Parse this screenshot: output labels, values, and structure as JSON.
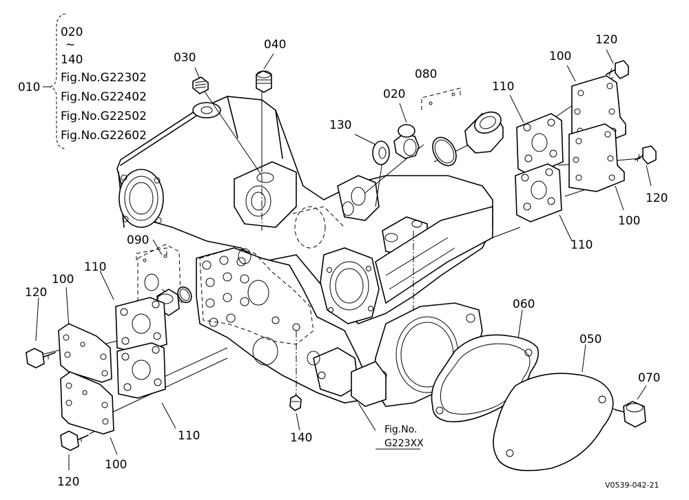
{
  "group": {
    "id": "010",
    "range_start": "020",
    "range_sep": "~",
    "range_end": "140",
    "figs": [
      "Fig.No.G22302",
      "Fig.No.G22402",
      "Fig.No.G22502",
      "Fig.No.G22602"
    ]
  },
  "callouts": {
    "c020": "020",
    "c030": "030",
    "c040": "040",
    "c050": "050",
    "c060": "060",
    "c070": "070",
    "c080": "080",
    "c090": "090",
    "c100_tr_a": "100",
    "c100_tr_b": "100",
    "c100_l_a": "100",
    "c100_l_b": "100",
    "c110_tr_a": "110",
    "c110_tr_b": "110",
    "c110_l_a": "110",
    "c110_l_b": "110",
    "c120_tr_a": "120",
    "c120_tr_b": "120",
    "c120_l_a": "120",
    "c120_l_b": "120",
    "c130": "130",
    "c140": "140"
  },
  "reference": {
    "line1": "Fig.No.",
    "line2": "G223XX"
  },
  "drawing_code": "V0539-042-21"
}
